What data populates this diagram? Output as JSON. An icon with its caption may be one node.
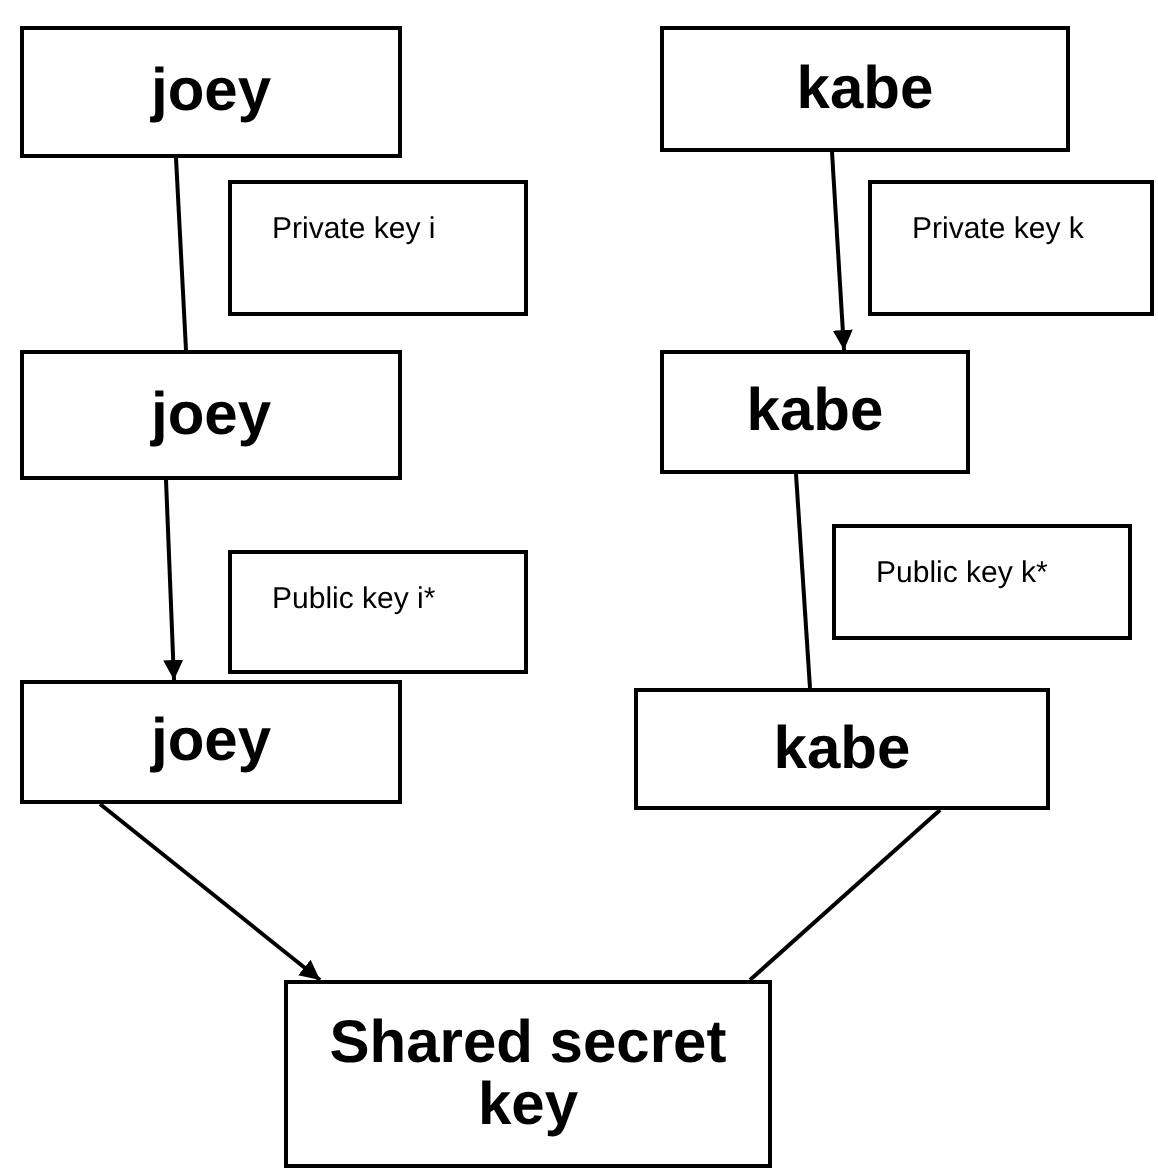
{
  "diagram": {
    "nodes": [
      {
        "text": [
          "joey"
        ]
      },
      {
        "text": [
          "Private key i"
        ]
      },
      {
        "text": [
          "kabe"
        ]
      },
      {
        "text": [
          "Private key k"
        ]
      },
      {
        "text": [
          "joey"
        ]
      },
      {
        "text": [
          "kabe"
        ]
      },
      {
        "text": [
          "Public key i*"
        ]
      },
      {
        "text": [
          "Public key k*"
        ]
      },
      {
        "text": [
          "joey"
        ]
      },
      {
        "text": [
          "kabe"
        ]
      },
      {
        "text": [
          "Shared secret key"
        ]
      }
    ],
    "edges": [
      {
        "from": 0,
        "to": 4,
        "arrow": "none"
      },
      {
        "from": 2,
        "to": 5,
        "arrow": "to"
      },
      {
        "from": 4,
        "to": 8,
        "arrow": "to"
      },
      {
        "from": 5,
        "to": 9,
        "arrow": "none"
      },
      {
        "from": 8,
        "to": 10,
        "arrow": "to"
      },
      {
        "from": 9,
        "to": 10,
        "arrow": "none"
      }
    ]
  }
}
